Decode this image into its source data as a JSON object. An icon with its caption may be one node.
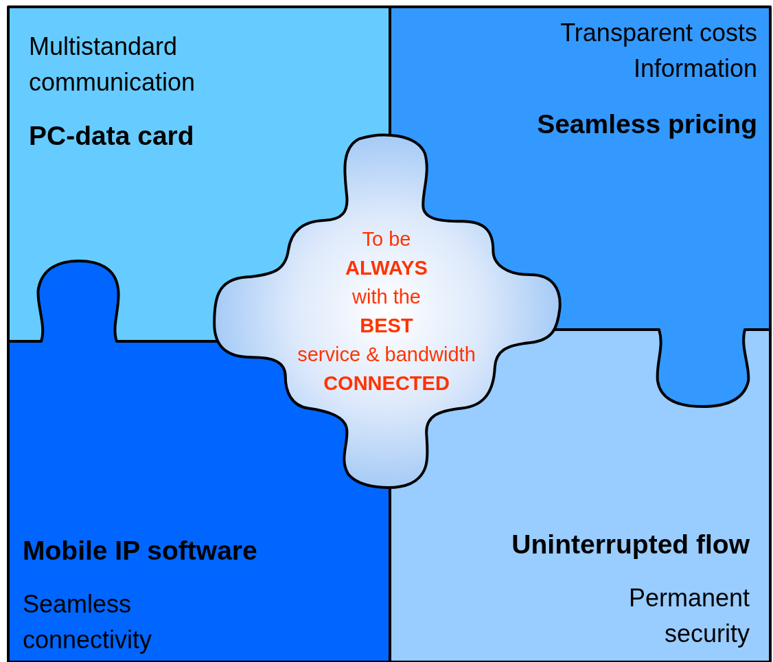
{
  "diagram": {
    "nodes": [
      {
        "text": [
          "Multistandard communication",
          "PC-data card"
        ]
      },
      {
        "text": [
          "Transparent costs",
          "Information",
          "Seamless pricing"
        ]
      },
      {
        "text": [
          "Mobile IP software",
          "Seamless connectivity"
        ]
      },
      {
        "text": [
          "Uninterrupted flow",
          "Permanent security"
        ]
      },
      {
        "text": [
          "To be **ALWAYS** with the **BEST** service & bandwidth **CONNECTED**"
        ]
      }
    ]
  }
}
